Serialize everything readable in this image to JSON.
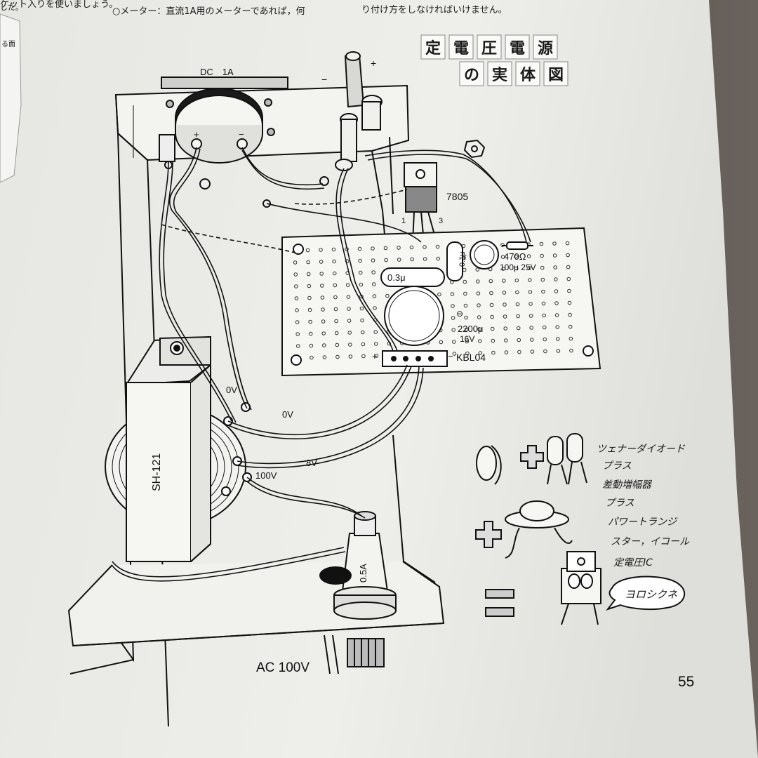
{
  "header": {
    "left_line1": "ケット入りを使いましょう。",
    "left_line2": "○メーター：直流1A用のメーターであれば，何",
    "right_line1": "り付け方をしなければいけません。",
    "margin_text1": "した。",
    "margin_text2": "る面"
  },
  "title": {
    "row1": [
      "定",
      "電",
      "圧",
      "電",
      "源"
    ],
    "row2": [
      "の",
      "実",
      "体",
      "図"
    ]
  },
  "labels": {
    "meter": "DC　1A",
    "meter_plus": "+",
    "meter_minus": "−",
    "terminal_plus": "+",
    "terminal_minus": "−",
    "regulator": "7805",
    "pin1": "1",
    "pin3": "3",
    "cap_01": "0.1μ",
    "cap_03": "0.3μ",
    "resistor": "470Ω",
    "cap_100": "100μ 25V",
    "cap_2200": "2200μ",
    "cap_2200_v": "16V",
    "bridge": "KBL04",
    "bridge_plus": "+",
    "bridge_minus": "−",
    "cap_minus": "⊖",
    "transformer": "SH-121",
    "tap_0v_a": "0V",
    "tap_0v_b": "0V",
    "tap_8v": "8V",
    "tap_100v": "100V",
    "fuse": "0.5A",
    "ac_input": "AC 100V"
  },
  "cartoon": {
    "line1": "ツェナーダイオード",
    "line2": "プラス",
    "line3": "差動増幅器",
    "line4": "プラス",
    "line5": "パワートランジ",
    "line6": "スター，イコール",
    "line7": "定電圧IC",
    "speech": "ヨロシクネ"
  },
  "page_number": "55"
}
